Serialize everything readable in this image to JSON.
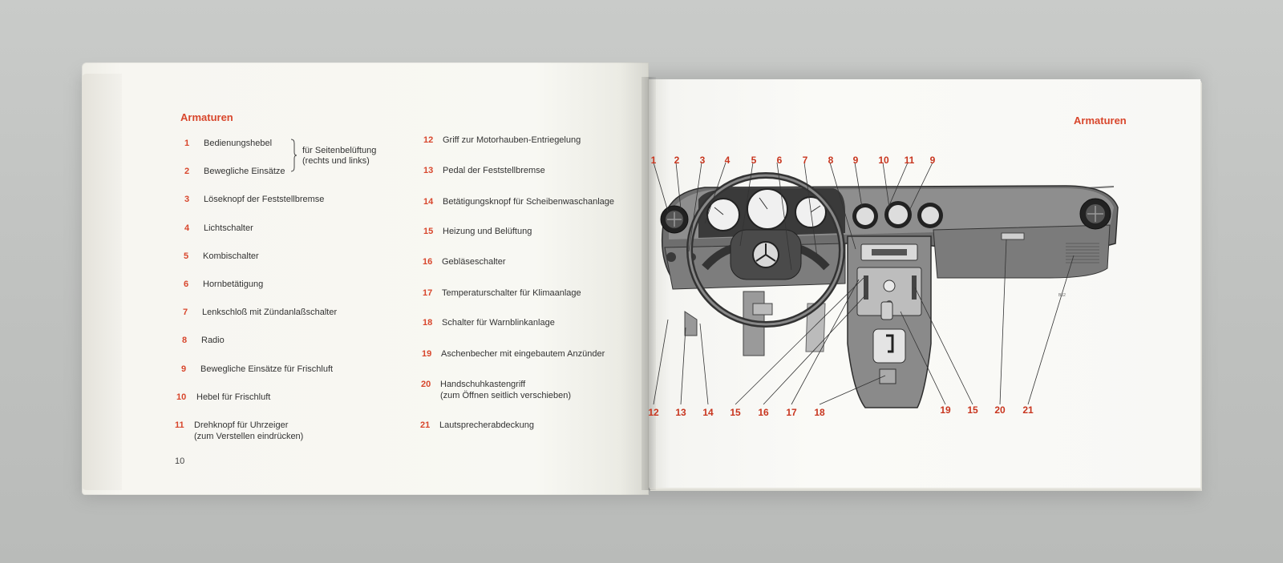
{
  "left_page": {
    "title": "Armaturen",
    "column1": [
      {
        "n": "1",
        "text": "Bedienungshebel"
      },
      {
        "n": "2",
        "text": "Bewegliche Einsätze"
      },
      {
        "n": "3",
        "text": "Löseknopf der Feststellbremse"
      },
      {
        "n": "4",
        "text": "Lichtschalter"
      },
      {
        "n": "5",
        "text": "Kombischalter"
      },
      {
        "n": "6",
        "text": "Hornbetätigung"
      },
      {
        "n": "7",
        "text": "Lenkschloß mit Zündanlaßschalter"
      },
      {
        "n": "8",
        "text": "Radio"
      },
      {
        "n": "9",
        "text": "Bewegliche Einsätze für Frischluft"
      },
      {
        "n": "10",
        "text": "Hebel für Frischluft"
      },
      {
        "n": "11",
        "text": "Drehknopf für Uhrzeiger",
        "sub": "(zum Verstellen eindrücken)"
      }
    ],
    "vent_note": [
      "für Seitenbelüftung",
      "(rechts und links)"
    ],
    "column2": [
      {
        "n": "12",
        "text": "Griff zur Motorhauben-Entriegelung"
      },
      {
        "n": "13",
        "text": "Pedal der Feststellbremse"
      },
      {
        "n": "14",
        "text": "Betätigungsknopf für Scheibenwaschanlage"
      },
      {
        "n": "15",
        "text": "Heizung und Belüftung"
      },
      {
        "n": "16",
        "text": "Gebläseschalter"
      },
      {
        "n": "17",
        "text": "Temperaturschalter für Klimaanlage"
      },
      {
        "n": "18",
        "text": "Schalter für Warnblinkanlage"
      },
      {
        "n": "19",
        "text": "Aschenbecher mit eingebautem Anzünder"
      },
      {
        "n": "20",
        "text": "Handschuhkastengriff",
        "sub": "(zum Öffnen seitlich verschieben)"
      },
      {
        "n": "21",
        "text": "Lautsprecherabdeckung"
      }
    ],
    "page_number": "10"
  },
  "right_page": {
    "title": "Armaturen",
    "callouts_top": [
      "1",
      "2",
      "3",
      "4",
      "5",
      "6",
      "7",
      "8",
      "9",
      "10",
      "11",
      "9"
    ],
    "callouts_bottom": [
      "12",
      "13",
      "14",
      "15",
      "16",
      "17",
      "18",
      "19",
      "15",
      "20",
      "21"
    ],
    "image_code": "B52"
  },
  "colors": {
    "accent_red": "#d8462c",
    "page": "#f8f8f3",
    "background": "#c4c6c4"
  }
}
